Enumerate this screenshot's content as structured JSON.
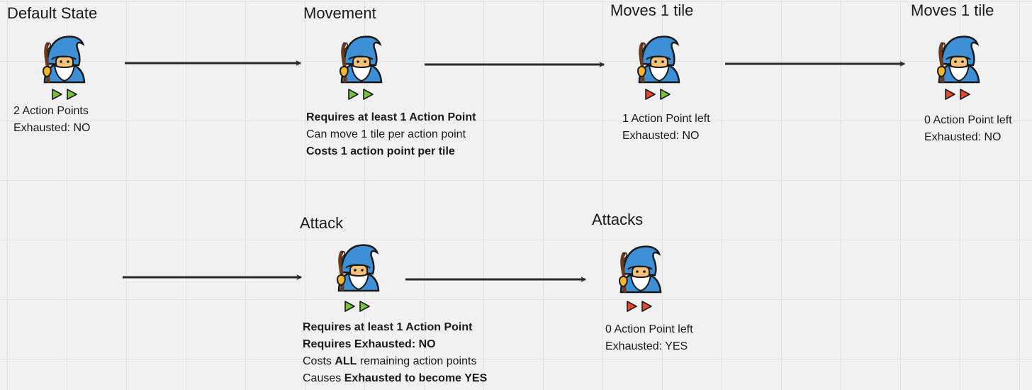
{
  "colors": {
    "active_point": "#79c23b",
    "spent_point": "#e0492f",
    "arrow": "#2a2a2a"
  },
  "icons": {
    "character": "mage-icon",
    "action_point": "play-triangle-icon"
  },
  "stages": {
    "default": {
      "title": "Default State",
      "points": [
        "active",
        "active"
      ],
      "lines": [
        [
          {
            "t": "2 Action Points"
          }
        ],
        [
          {
            "t": "Exhausted: NO"
          }
        ]
      ]
    },
    "movement": {
      "title": "Movement",
      "points": [
        "active",
        "active"
      ],
      "lines": [
        [
          {
            "t": "Requires at least 1 Action Point",
            "b": true
          }
        ],
        [
          {
            "t": "Can move 1 tile per action point"
          }
        ],
        [
          {
            "t": "Costs 1 action point per tile",
            "b": true
          }
        ]
      ]
    },
    "move1": {
      "title": "Moves 1 tile",
      "points": [
        "spent",
        "active"
      ],
      "lines": [
        [
          {
            "t": "1 Action Point left"
          }
        ],
        [
          {
            "t": "Exhausted: NO"
          }
        ]
      ]
    },
    "move2": {
      "title": "Moves 1 tile",
      "points": [
        "spent",
        "spent"
      ],
      "lines": [
        [
          {
            "t": "0 Action Point left"
          }
        ],
        [
          {
            "t": "Exhausted: NO"
          }
        ]
      ]
    },
    "attack": {
      "title": "Attack",
      "points": [
        "active",
        "active"
      ],
      "lines": [
        [
          {
            "t": "Requires at least 1 Action Point",
            "b": true
          }
        ],
        [
          {
            "t": "Requires Exhausted: NO",
            "b": true
          }
        ],
        [
          {
            "t": "Costs "
          },
          {
            "t": "ALL",
            "b": true
          },
          {
            "t": " remaining action points"
          }
        ],
        [
          {
            "t": "Causes "
          },
          {
            "t": "Exhausted to become YES",
            "b": true
          }
        ]
      ]
    },
    "attacks": {
      "title": "Attacks",
      "points": [
        "spent",
        "spent"
      ],
      "lines": [
        [
          {
            "t": "0 Action Point left"
          }
        ],
        [
          {
            "t": "Exhausted: YES"
          }
        ]
      ]
    }
  }
}
